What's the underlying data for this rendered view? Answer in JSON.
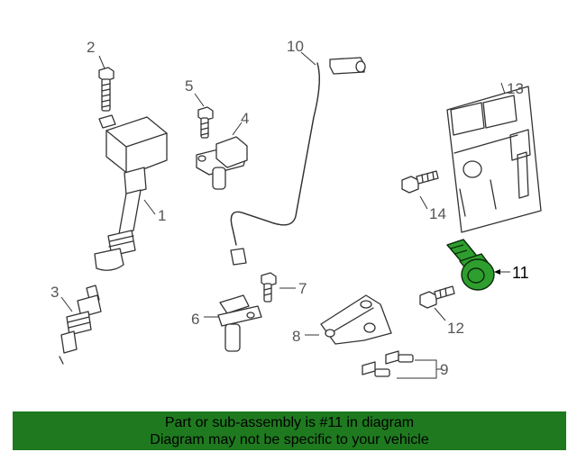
{
  "callouts": {
    "c1": "1",
    "c2": "2",
    "c3": "3",
    "c4": "4",
    "c5": "5",
    "c6": "6",
    "c7": "7",
    "c8": "8",
    "c9": "9",
    "c10": "10",
    "c11": "11",
    "c12": "12",
    "c13": "13",
    "c14": "14"
  },
  "highlight": {
    "part_number": "11",
    "color": "#2e9e2e"
  },
  "banner": {
    "line1": "Part or sub-assembly is #11 in diagram",
    "line2": "Diagram may not be specific to your vehicle",
    "background": "#1f7a1f"
  }
}
